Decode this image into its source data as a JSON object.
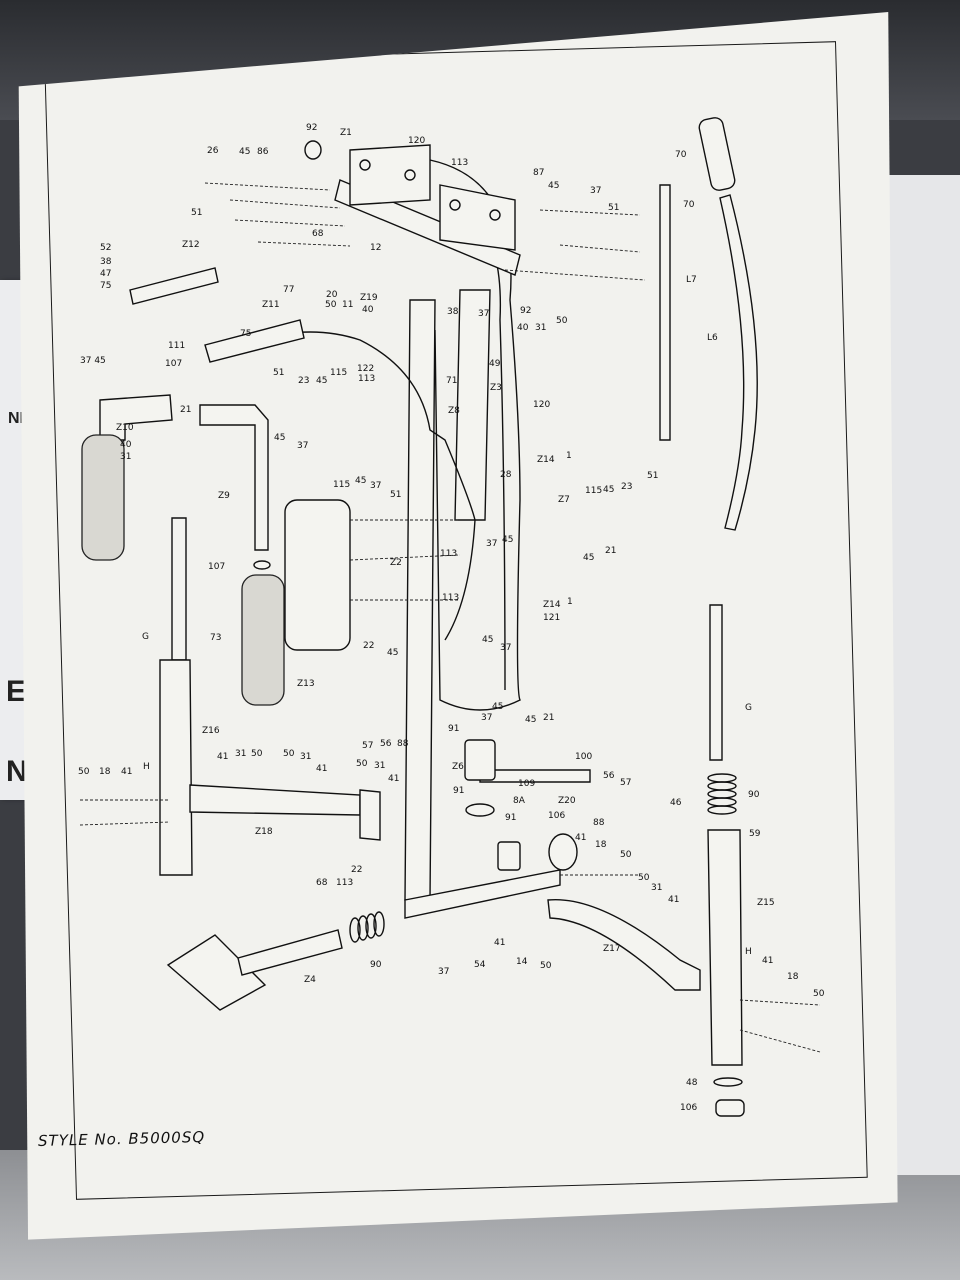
{
  "document": {
    "style_number_label": "STYLE No. B5000SQ"
  },
  "left_sheet_fragments": [
    "EX",
    "NI",
    "NE"
  ],
  "part_labels": [
    {
      "id": "p92a",
      "text": "92"
    },
    {
      "id": "pZ1",
      "text": "Z1"
    },
    {
      "id": "p120a",
      "text": "120"
    },
    {
      "id": "p26",
      "text": "26"
    },
    {
      "id": "p45a",
      "text": "45"
    },
    {
      "id": "p86",
      "text": "86"
    },
    {
      "id": "p113a",
      "text": "113"
    },
    {
      "id": "p70a",
      "text": "70"
    },
    {
      "id": "p87",
      "text": "87"
    },
    {
      "id": "p45b",
      "text": "45"
    },
    {
      "id": "p37a",
      "text": "37"
    },
    {
      "id": "p51a",
      "text": "51"
    },
    {
      "id": "p70b",
      "text": "70"
    },
    {
      "id": "p51b",
      "text": "51"
    },
    {
      "id": "p52",
      "text": "52"
    },
    {
      "id": "pZ12",
      "text": "Z12"
    },
    {
      "id": "p38",
      "text": "38"
    },
    {
      "id": "p47",
      "text": "47"
    },
    {
      "id": "p75a",
      "text": "75"
    },
    {
      "id": "p68a",
      "text": "68"
    },
    {
      "id": "p12",
      "text": "12"
    },
    {
      "id": "p20",
      "text": "20"
    },
    {
      "id": "pZ19",
      "text": "Z19"
    },
    {
      "id": "pL7",
      "text": "L7"
    },
    {
      "id": "p77",
      "text": "77"
    },
    {
      "id": "pZ11",
      "text": "Z11"
    },
    {
      "id": "p50a",
      "text": "50"
    },
    {
      "id": "p11",
      "text": "11"
    },
    {
      "id": "p40a",
      "text": "40"
    },
    {
      "id": "p38b",
      "text": "38"
    },
    {
      "id": "p37b",
      "text": "37"
    },
    {
      "id": "p92b",
      "text": "92"
    },
    {
      "id": "p75b",
      "text": "75"
    },
    {
      "id": "p40b",
      "text": "40"
    },
    {
      "id": "p31a",
      "text": "31"
    },
    {
      "id": "p50b",
      "text": "50"
    },
    {
      "id": "pL6",
      "text": "L6"
    },
    {
      "id": "p111",
      "text": "111"
    },
    {
      "id": "p107a",
      "text": "107"
    },
    {
      "id": "p3745",
      "text": "37 45"
    },
    {
      "id": "p122",
      "text": "122"
    },
    {
      "id": "p113b",
      "text": "113"
    },
    {
      "id": "p71",
      "text": "71"
    },
    {
      "id": "pZ3",
      "text": "Z3"
    },
    {
      "id": "p49",
      "text": "49"
    },
    {
      "id": "p51c",
      "text": "51"
    },
    {
      "id": "p23a",
      "text": "23"
    },
    {
      "id": "p45c",
      "text": "45"
    },
    {
      "id": "p115a",
      "text": "115"
    },
    {
      "id": "p21a",
      "text": "21"
    },
    {
      "id": "pZ8",
      "text": "Z8"
    },
    {
      "id": "p120b",
      "text": "120"
    },
    {
      "id": "pZ10",
      "text": "Z10"
    },
    {
      "id": "p45d",
      "text": "45"
    },
    {
      "id": "p37c",
      "text": "37"
    },
    {
      "id": "p40c",
      "text": "40"
    },
    {
      "id": "p31b",
      "text": "31"
    },
    {
      "id": "p115b",
      "text": "115"
    },
    {
      "id": "p45e",
      "text": "45"
    },
    {
      "id": "p37d",
      "text": "37"
    },
    {
      "id": "p51d",
      "text": "51"
    },
    {
      "id": "p28",
      "text": "28"
    },
    {
      "id": "pZ14a",
      "text": "Z14"
    },
    {
      "id": "p1a",
      "text": "1"
    },
    {
      "id": "p51e",
      "text": "51"
    },
    {
      "id": "pZ9",
      "text": "Z9"
    },
    {
      "id": "p115c",
      "text": "115"
    },
    {
      "id": "p45f",
      "text": "45"
    },
    {
      "id": "p23b",
      "text": "23"
    },
    {
      "id": "pZ7",
      "text": "Z7"
    },
    {
      "id": "p107b",
      "text": "107"
    },
    {
      "id": "p113c",
      "text": "113"
    },
    {
      "id": "p37e",
      "text": "37"
    },
    {
      "id": "p45g",
      "text": "45"
    },
    {
      "id": "pZ2",
      "text": "Z2"
    },
    {
      "id": "p45h",
      "text": "45"
    },
    {
      "id": "p21b",
      "text": "21"
    },
    {
      "id": "pG1",
      "text": "G"
    },
    {
      "id": "p73",
      "text": "73"
    },
    {
      "id": "pZ14b",
      "text": "Z14"
    },
    {
      "id": "p1b",
      "text": "1"
    },
    {
      "id": "p113d",
      "text": "113"
    },
    {
      "id": "p121",
      "text": "121"
    },
    {
      "id": "p22a",
      "text": "22"
    },
    {
      "id": "p45i",
      "text": "45"
    },
    {
      "id": "p45j",
      "text": "45"
    },
    {
      "id": "p37f",
      "text": "37"
    },
    {
      "id": "pZ13",
      "text": "Z13"
    },
    {
      "id": "pZ16",
      "text": "Z16"
    },
    {
      "id": "p45k",
      "text": "45"
    },
    {
      "id": "p37g",
      "text": "37"
    },
    {
      "id": "p45l",
      "text": "45"
    },
    {
      "id": "p21c",
      "text": "21"
    },
    {
      "id": "pG2",
      "text": "G"
    },
    {
      "id": "p57a",
      "text": "57"
    },
    {
      "id": "p56a",
      "text": "56"
    },
    {
      "id": "p88a",
      "text": "88"
    },
    {
      "id": "p91a",
      "text": "91"
    },
    {
      "id": "p100",
      "text": "100"
    },
    {
      "id": "p41a",
      "text": "41"
    },
    {
      "id": "p31c",
      "text": "31"
    },
    {
      "id": "p50c",
      "text": "50"
    },
    {
      "id": "p50d",
      "text": "50"
    },
    {
      "id": "p31d",
      "text": "31"
    },
    {
      "id": "p41b",
      "text": "41"
    },
    {
      "id": "p50e",
      "text": "50"
    },
    {
      "id": "p31e",
      "text": "31"
    },
    {
      "id": "p41c",
      "text": "41"
    },
    {
      "id": "pZ6",
      "text": "Z6"
    },
    {
      "id": "p56b",
      "text": "56"
    },
    {
      "id": "p57b",
      "text": "57"
    },
    {
      "id": "p90a",
      "text": "90"
    },
    {
      "id": "p50f",
      "text": "50"
    },
    {
      "id": "p18a",
      "text": "18"
    },
    {
      "id": "p41d",
      "text": "41"
    },
    {
      "id": "pH1",
      "text": "H"
    },
    {
      "id": "p109",
      "text": "109"
    },
    {
      "id": "p8A",
      "text": "8A"
    },
    {
      "id": "p91b",
      "text": "91"
    },
    {
      "id": "p88b",
      "text": "88"
    },
    {
      "id": "pZ20",
      "text": "Z20"
    },
    {
      "id": "p91c",
      "text": "91"
    },
    {
      "id": "p46",
      "text": "46"
    },
    {
      "id": "p59",
      "text": "59"
    },
    {
      "id": "pZ18",
      "text": "Z18"
    },
    {
      "id": "p106a",
      "text": "106"
    },
    {
      "id": "p41e",
      "text": "41"
    },
    {
      "id": "p18b",
      "text": "18"
    },
    {
      "id": "p50g",
      "text": "50"
    },
    {
      "id": "p22b",
      "text": "22"
    },
    {
      "id": "p68b",
      "text": "68"
    },
    {
      "id": "p113e",
      "text": "113"
    },
    {
      "id": "p50h",
      "text": "50"
    },
    {
      "id": "p31f",
      "text": "31"
    },
    {
      "id": "p41f",
      "text": "41"
    },
    {
      "id": "pZ15",
      "text": "Z15"
    },
    {
      "id": "p90b",
      "text": "90"
    },
    {
      "id": "pZ4",
      "text": "Z4"
    },
    {
      "id": "p37h",
      "text": "37"
    },
    {
      "id": "p54",
      "text": "54"
    },
    {
      "id": "p41g",
      "text": "41"
    },
    {
      "id": "p14",
      "text": "14"
    },
    {
      "id": "p50i",
      "text": "50"
    },
    {
      "id": "pZ17",
      "text": "Z17"
    },
    {
      "id": "pH2",
      "text": "H"
    },
    {
      "id": "p41h",
      "text": "41"
    },
    {
      "id": "p18c",
      "text": "18"
    },
    {
      "id": "p50j",
      "text": "50"
    },
    {
      "id": "p48",
      "text": "48"
    },
    {
      "id": "p106b",
      "text": "106"
    }
  ]
}
